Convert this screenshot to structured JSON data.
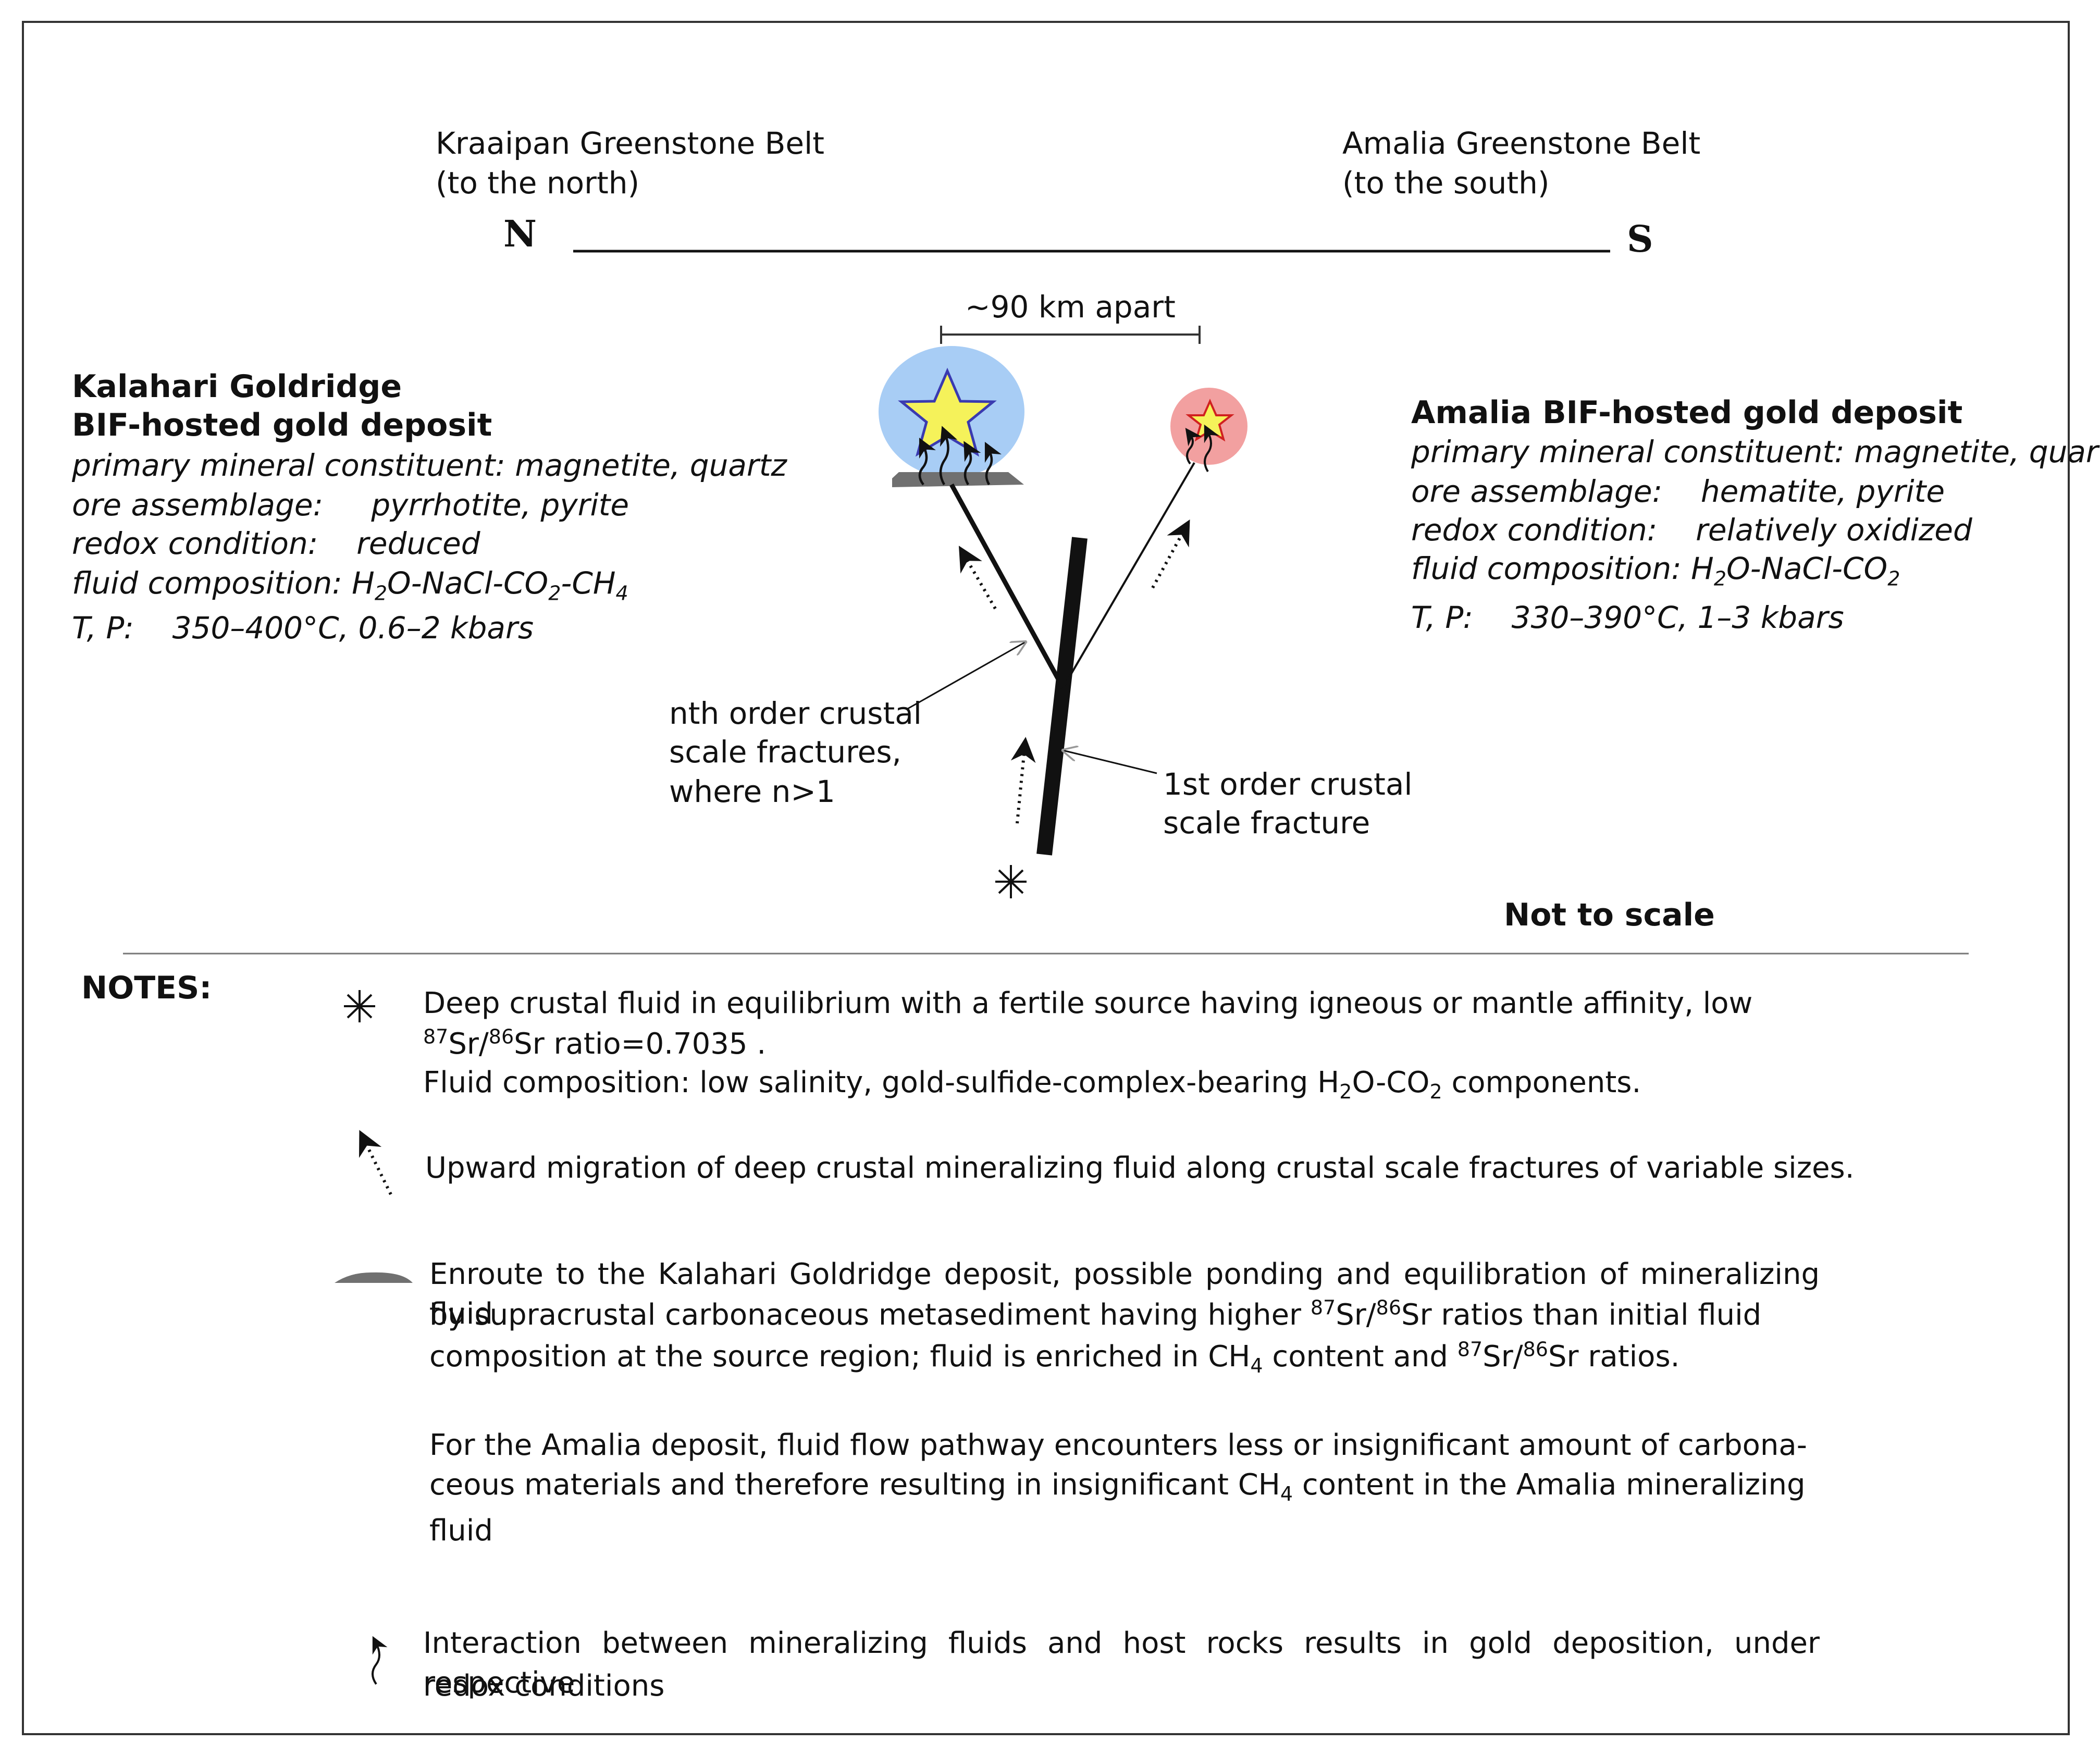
{
  "header": {
    "north_belt_line1": "Kraaipan Greenstone Belt",
    "north_belt_line2": "(to the north)",
    "south_belt_line1": "Amalia Greenstone Belt",
    "south_belt_line2": "(to the south)",
    "north_label": "N",
    "south_label": "S"
  },
  "distance_label": "~90 km apart",
  "kalahari": {
    "title_line1": "Kalahari Goldridge",
    "title_line2": "BIF-hosted gold deposit",
    "mineral_label": "primary mineral constituent:",
    "mineral_value": "magnetite, quartz",
    "ore_label": "ore assemblage:",
    "ore_value": "pyrrhotite, pyrite",
    "redox_label": "redox condition:",
    "redox_value": "reduced",
    "fluid_label": "fluid composition:",
    "tp_label": "T, P:",
    "tp_value": "350–400°C, 0.6–2 kbars",
    "color": "#a8cdf5"
  },
  "amalia": {
    "title": "Amalia BIF-hosted gold deposit",
    "mineral_label": "primary mineral constituent:",
    "mineral_value": "magnetite, quartz",
    "ore_label": "ore assemblage:",
    "ore_value": "hematite, pyrite",
    "redox_label": "redox condition:",
    "redox_value": "relatively oxidized",
    "fluid_label": "fluid composition:",
    "tp_label": "T, P:",
    "tp_value": "330–390°C, 1–3 kbars",
    "color": "#f2a0a0"
  },
  "fractures": {
    "nth_line1": "nth order crustal",
    "nth_line2": "scale fractures,",
    "nth_line3": "where n>1",
    "first_line1": "1st order crustal",
    "first_line2": "scale fracture"
  },
  "not_to_scale": "Not to scale",
  "notes": {
    "heading": "NOTES:",
    "note1_a": "Deep crustal fluid in equilibrium with a fertile source having igneous or mantle affinity, low",
    "note1_b_suffix": "ratio=0.7035 .",
    "note1_c_prefix": "Fluid composition: low salinity, gold-sulfide-complex-bearing",
    "note1_c_suffix": "components.",
    "note2": "Upward migration of deep crustal mineralizing fluid along crustal scale fractures of variable sizes.",
    "note3_a": "Enroute to the Kalahari Goldridge deposit, possible ponding and equilibration of mineralizing fluid",
    "note3_b_prefix": "by supracrustal carbonaceous metasediment having higher",
    "note3_b_suffix": "ratios than initial fluid",
    "note3_c_prefix": "composition at the source region; fluid is enriched in",
    "note3_c_mid": "content and",
    "note3_c_suffix": "ratios.",
    "note4_a": "For the Amalia deposit, fluid flow pathway encounters less or insignificant amount of carbona-",
    "note4_b_prefix": "ceous materials and therefore resulting in insignificant",
    "note4_b_suffix": "content in the Amalia mineralizing",
    "note4_c": "fluid",
    "note5_a": "Interaction between mineralizing fluids and host rocks results in gold deposition, under respective",
    "note5_b": "redox conditions"
  },
  "colors": {
    "star_fill": "#f5f25a",
    "kalahari_star_stroke": "#3a3ab0",
    "amalia_star_stroke": "#d02020",
    "metasediment": "#707070"
  }
}
